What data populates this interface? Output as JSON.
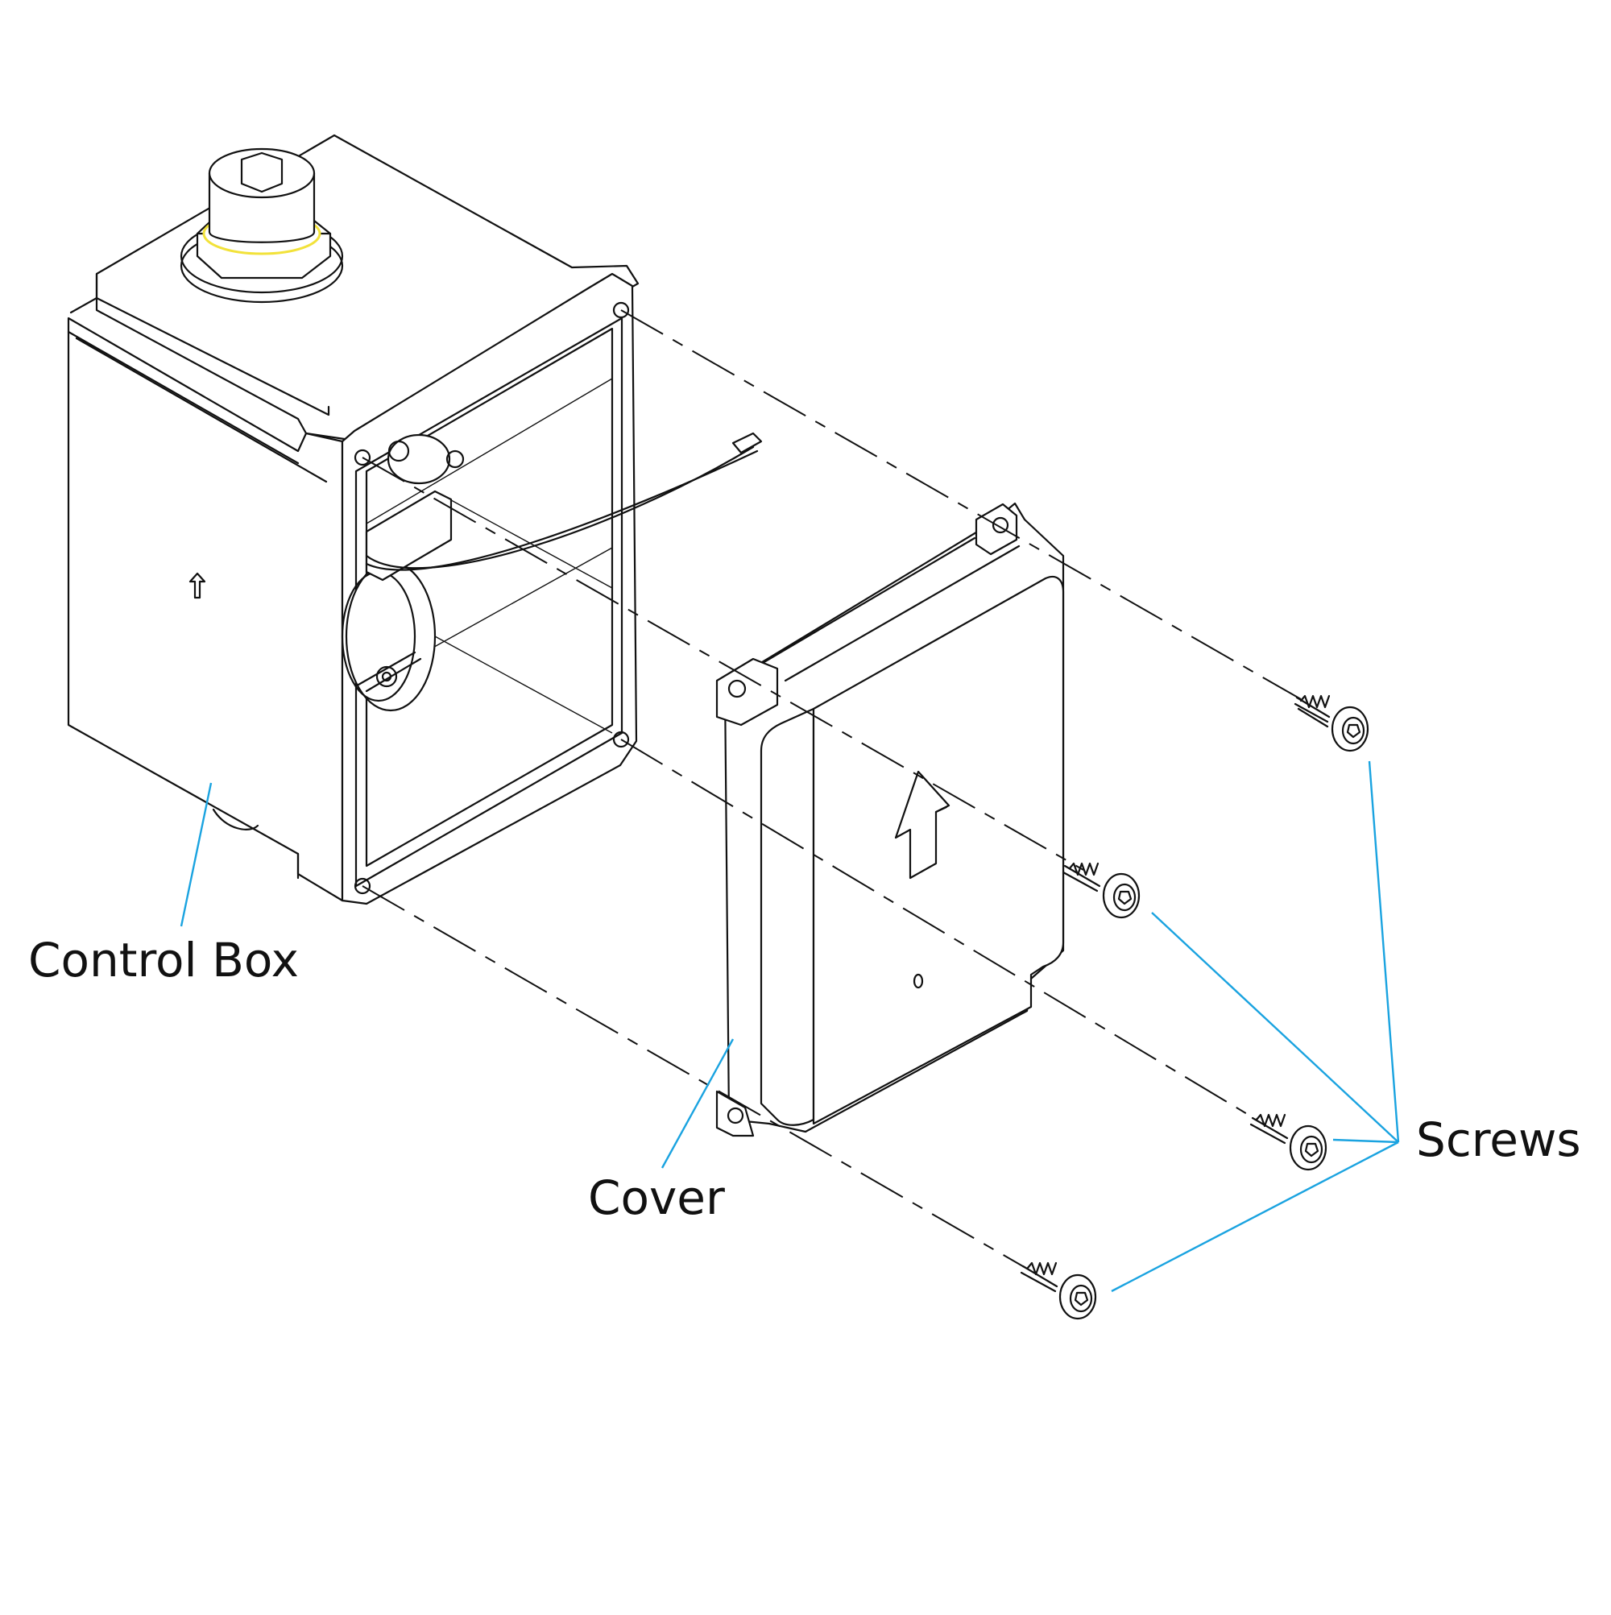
{
  "labels": {
    "control_box": "Control Box",
    "cover": "Cover",
    "screws": "Screws"
  },
  "colors": {
    "line": "#111111",
    "leader": "#1aa3e0",
    "gasket": "#f2e23a",
    "background": "#ffffff"
  }
}
